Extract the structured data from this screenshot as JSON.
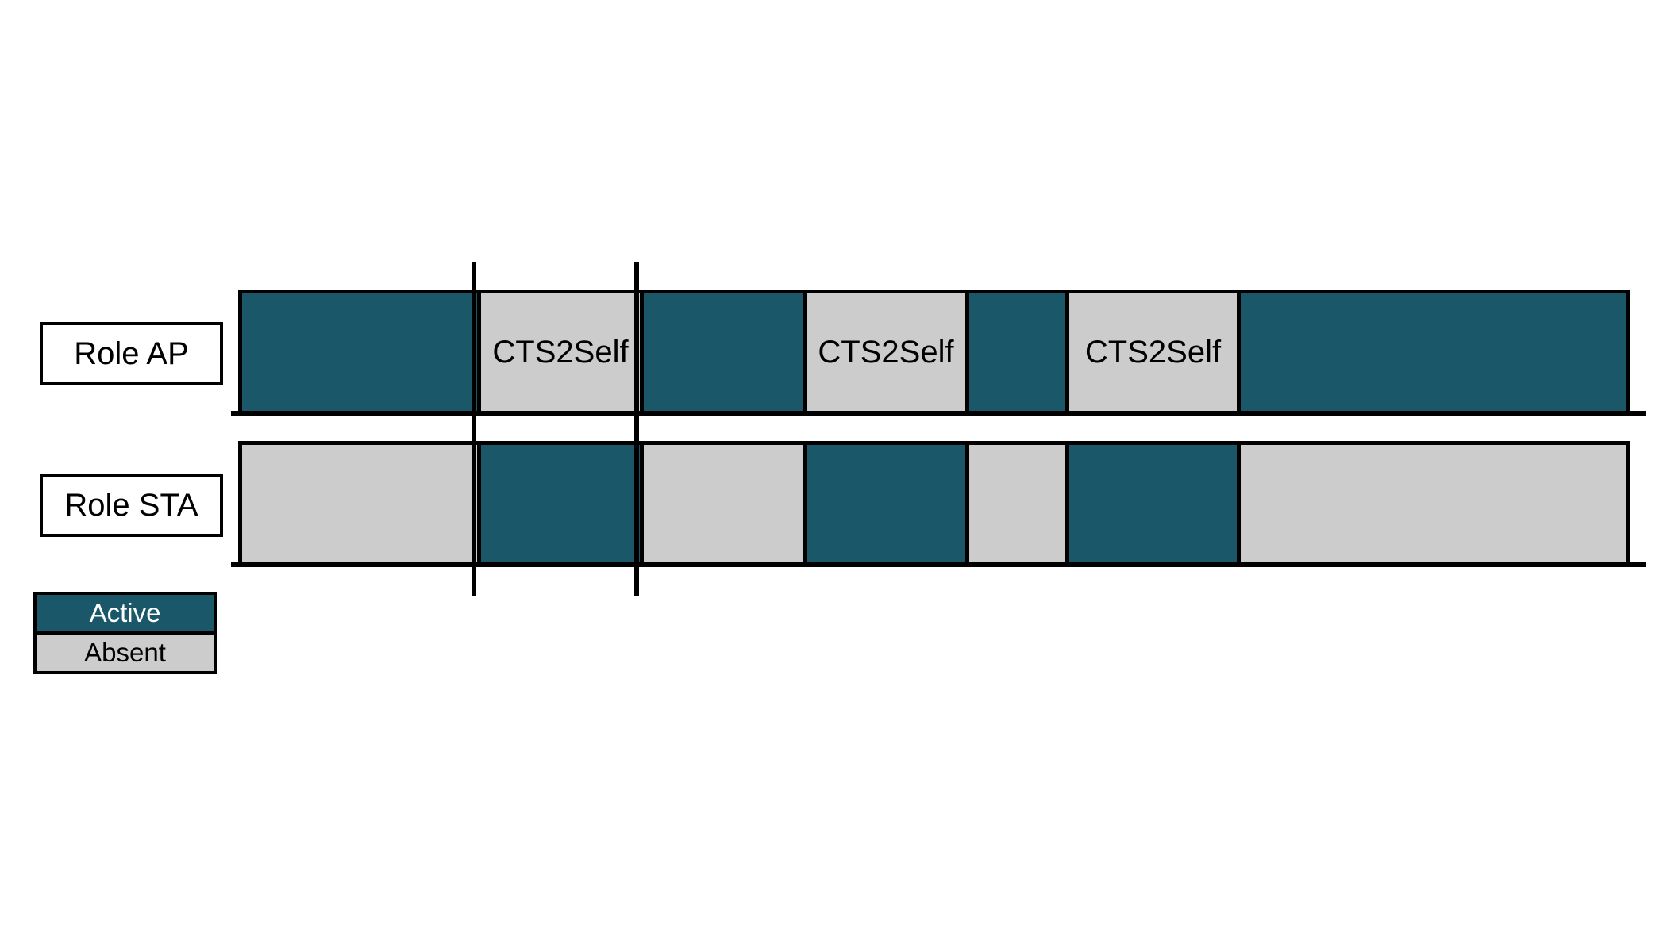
{
  "colors": {
    "active": "#1a5869",
    "absent": "#cccccc",
    "outline": "#000000"
  },
  "rows": [
    {
      "label": "Role AP",
      "segments": [
        {
          "state": "active",
          "text": ""
        },
        {
          "state": "absent",
          "text": "CTS2Self"
        },
        {
          "state": "active",
          "text": ""
        },
        {
          "state": "absent",
          "text": "CTS2Self"
        },
        {
          "state": "active",
          "text": ""
        },
        {
          "state": "absent",
          "text": "CTS2Self"
        },
        {
          "state": "active",
          "text": ""
        }
      ]
    },
    {
      "label": "Role STA",
      "segments": [
        {
          "state": "absent",
          "text": ""
        },
        {
          "state": "active",
          "text": ""
        },
        {
          "state": "absent",
          "text": ""
        },
        {
          "state": "active",
          "text": ""
        },
        {
          "state": "absent",
          "text": ""
        },
        {
          "state": "active",
          "text": ""
        },
        {
          "state": "absent",
          "text": ""
        }
      ]
    }
  ],
  "legend": {
    "active_label": "Active",
    "absent_label": "Absent"
  }
}
